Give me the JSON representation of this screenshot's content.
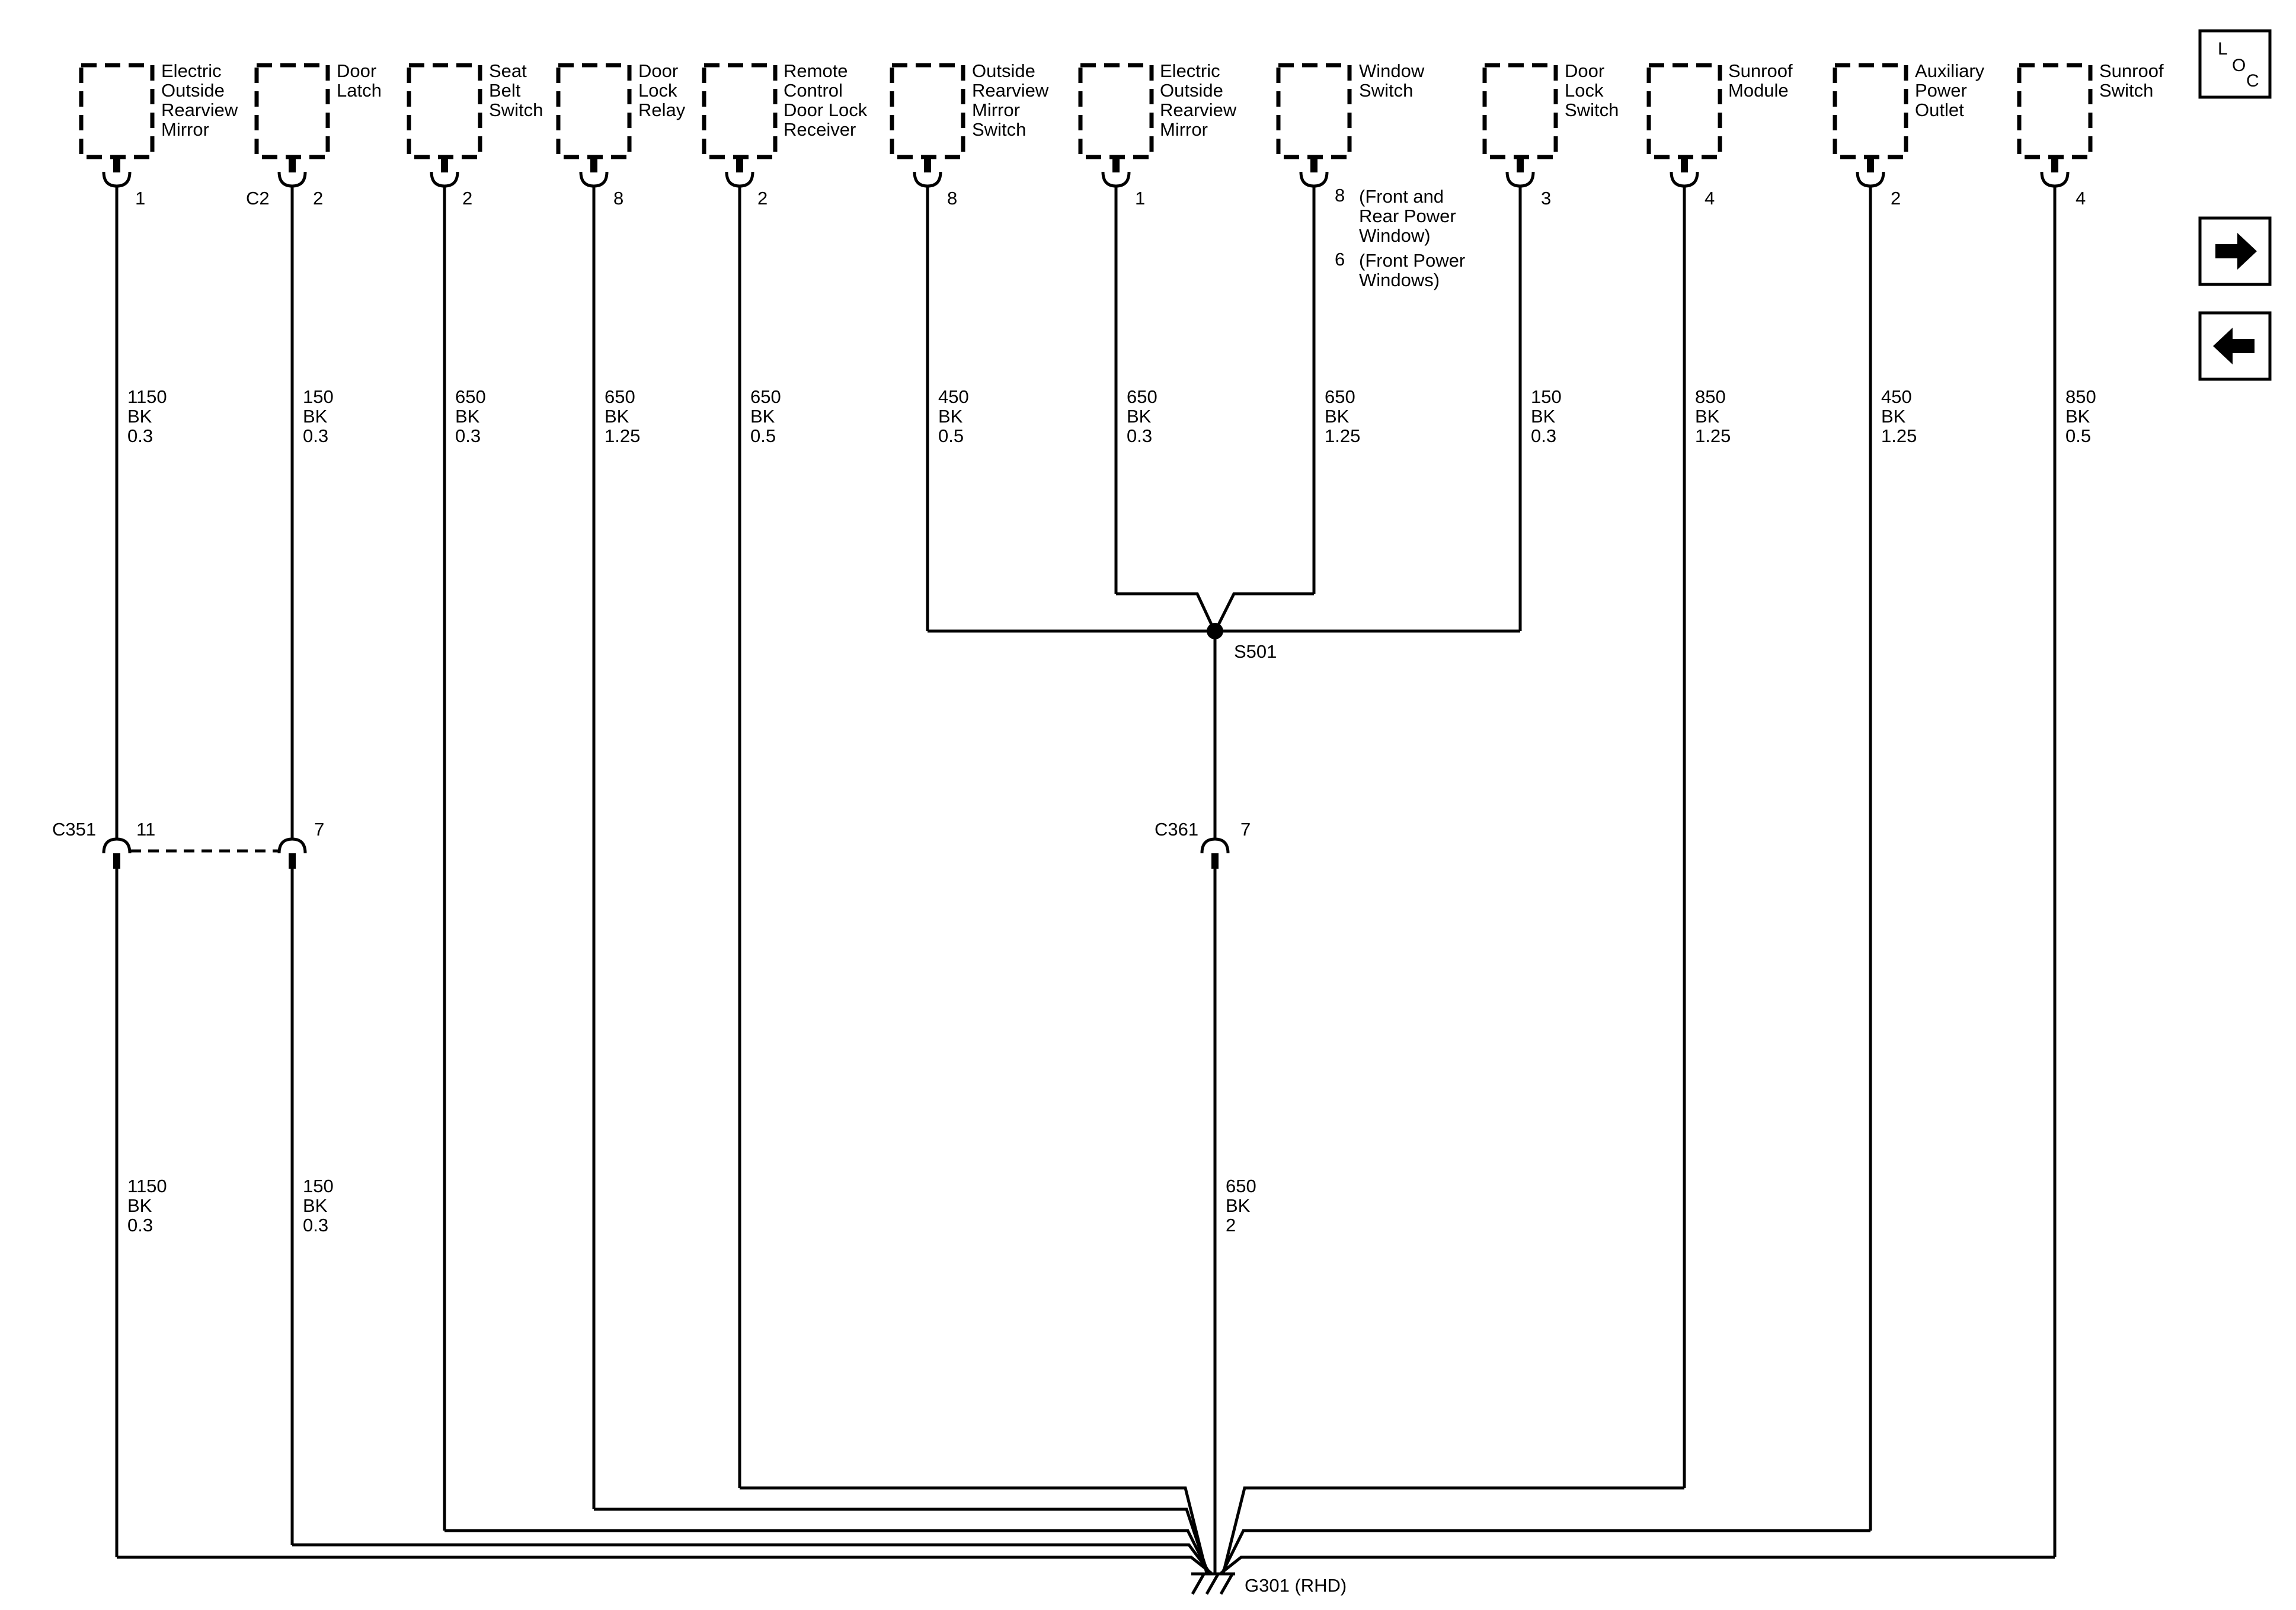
{
  "components": [
    {
      "id": "c1",
      "name": [
        "Electric",
        "Outside",
        "Rearview",
        "Mirror"
      ],
      "pin": "1"
    },
    {
      "id": "c2",
      "name": [
        "Door",
        "Latch"
      ],
      "pin": "2",
      "prefix": "C2"
    },
    {
      "id": "c3",
      "name": [
        "Seat",
        "Belt",
        "Switch"
      ],
      "pin": "2"
    },
    {
      "id": "c4",
      "name": [
        "Door",
        "Lock",
        "Relay"
      ],
      "pin": "8"
    },
    {
      "id": "c5",
      "name": [
        "Remote",
        "Control",
        "Door Lock",
        "Receiver"
      ],
      "pin": "2"
    },
    {
      "id": "c6",
      "name": [
        "Outside",
        "Rearview",
        "Mirror",
        "Switch"
      ],
      "pin": "8"
    },
    {
      "id": "c7",
      "name": [
        "Electric",
        "Outside",
        "Rearview",
        "Mirror"
      ],
      "pin": "1"
    },
    {
      "id": "c8",
      "name": [
        "Window",
        "Switch"
      ],
      "pin": "8"
    },
    {
      "id": "c9",
      "name": [
        "Door",
        "Lock",
        "Switch"
      ],
      "pin": "3"
    },
    {
      "id": "c10",
      "name": [
        "Sunroof",
        "Module"
      ],
      "pin": "4"
    },
    {
      "id": "c11",
      "name": [
        "Auxiliary",
        "Power",
        "Outlet"
      ],
      "pin": "2"
    },
    {
      "id": "c12",
      "name": [
        "Sunroof",
        "Switch"
      ],
      "pin": "4"
    }
  ],
  "window_switch_notes": {
    "line1_pin": "8",
    "line1": [
      "(Front and",
      "Rear Power",
      "Window)"
    ],
    "line2_pin": "6",
    "line2": [
      "(Front Power",
      "Windows)"
    ]
  },
  "wires_upper": [
    [
      "1150",
      "BK",
      "0.3"
    ],
    [
      "150",
      "BK",
      "0.3"
    ],
    [
      "650",
      "BK",
      "0.3"
    ],
    [
      "650",
      "BK",
      "1.25"
    ],
    [
      "650",
      "BK",
      "0.5"
    ],
    [
      "450",
      "BK",
      "0.5"
    ],
    [
      "650",
      "BK",
      "0.3"
    ],
    [
      "650",
      "BK",
      "1.25"
    ],
    [
      "150",
      "BK",
      "0.3"
    ],
    [
      "850",
      "BK",
      "1.25"
    ],
    [
      "450",
      "BK",
      "1.25"
    ],
    [
      "850",
      "BK",
      "0.5"
    ]
  ],
  "wires_lower": [
    [
      "1150",
      "BK",
      "0.3"
    ],
    [
      "150",
      "BK",
      "0.3"
    ],
    [
      "650",
      "BK",
      "2"
    ]
  ],
  "splice": "S501",
  "connectors": {
    "c351": {
      "name": "C351",
      "pin_a": "11",
      "pin_b": "7"
    },
    "c361": {
      "name": "C361",
      "pin": "7"
    }
  },
  "ground": "G301 (RHD)",
  "loc": [
    "L",
    "O",
    "C"
  ],
  "nav": {
    "forward": "arrow-right-icon",
    "back": "arrow-left-icon"
  }
}
